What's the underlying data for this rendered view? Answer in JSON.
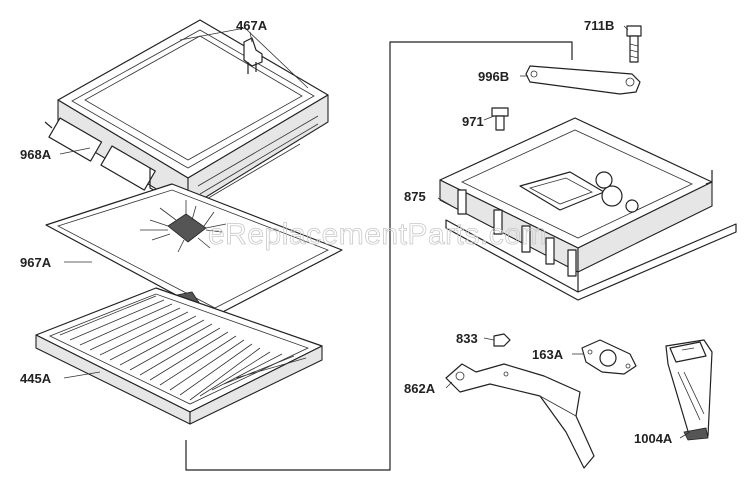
{
  "diagram": {
    "watermark": "eReplacementParts.com",
    "labels": {
      "p467A": "467A",
      "p968A": "968A",
      "p967A": "967A",
      "p445A": "445A",
      "p711B": "711B",
      "p996B": "996B",
      "p971": "971",
      "p875": "875",
      "p833": "833",
      "p163A": "163A",
      "p862A": "862A",
      "p1004A": "1004A"
    }
  }
}
